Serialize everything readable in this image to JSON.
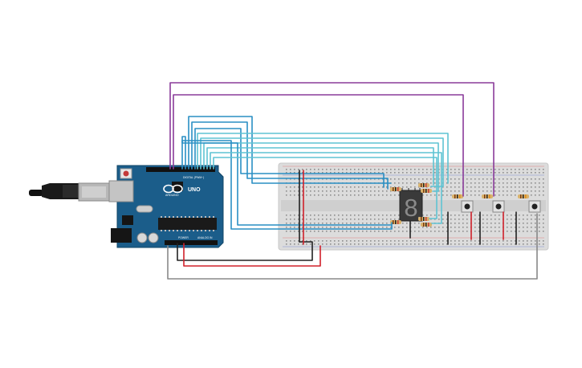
{
  "board": {
    "logo_text": "UNO",
    "brand_text": "ARDUINO",
    "digital_label": "DIGITAL (PWM~)",
    "power_label": "POWER",
    "analog_label": "ANALOG IN"
  },
  "display": {
    "digit": "8"
  },
  "colors": {
    "board": "#1b5d8a",
    "breadboard": "#dcdcdc",
    "wire_purple": "#8a3b9a",
    "wire_blue": "#2a8fc4",
    "wire_cyan": "#5fc3d3",
    "wire_red": "#d0202a",
    "wire_black": "#222222",
    "wire_gray": "#888888"
  }
}
